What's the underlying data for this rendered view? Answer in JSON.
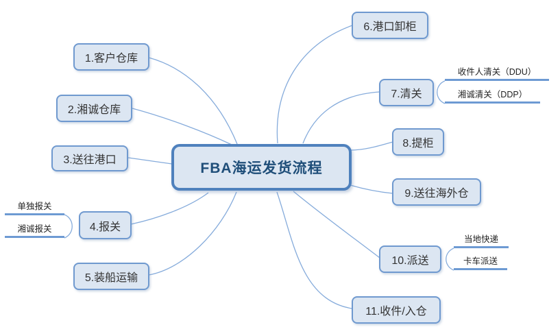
{
  "diagram": {
    "type": "mindmap",
    "central_topic": "FBA海运发货流程",
    "nodes": [
      {
        "label": "1.客户仓库",
        "children": []
      },
      {
        "label": "2.湘诚仓库",
        "children": []
      },
      {
        "label": "3.送往港口",
        "children": []
      },
      {
        "label": "4.报关",
        "children": [
          "单独报关",
          "湘诚报关"
        ]
      },
      {
        "label": "5.装船运输",
        "children": []
      },
      {
        "label": "6.港口卸柜",
        "children": []
      },
      {
        "label": "7.清关",
        "children": [
          "收件人清关（DDU）",
          "湘诚清关（DDP）"
        ]
      },
      {
        "label": "8.提柜",
        "children": []
      },
      {
        "label": "9.送往海外仓",
        "children": []
      },
      {
        "label": "10.派送",
        "children": [
          "当地快递",
          "卡车派送"
        ]
      },
      {
        "label": "11.收件/入仓",
        "children": []
      }
    ],
    "colors": {
      "background": "#ffffff",
      "node_fill": "#dce6f2",
      "node_border": "#6f99cf",
      "central_border": "#4f81bd",
      "central_text": "#1f4e79",
      "node_text": "#333333",
      "connector_line": "#85abdb",
      "branch_underline": "#6d9ad3"
    }
  }
}
